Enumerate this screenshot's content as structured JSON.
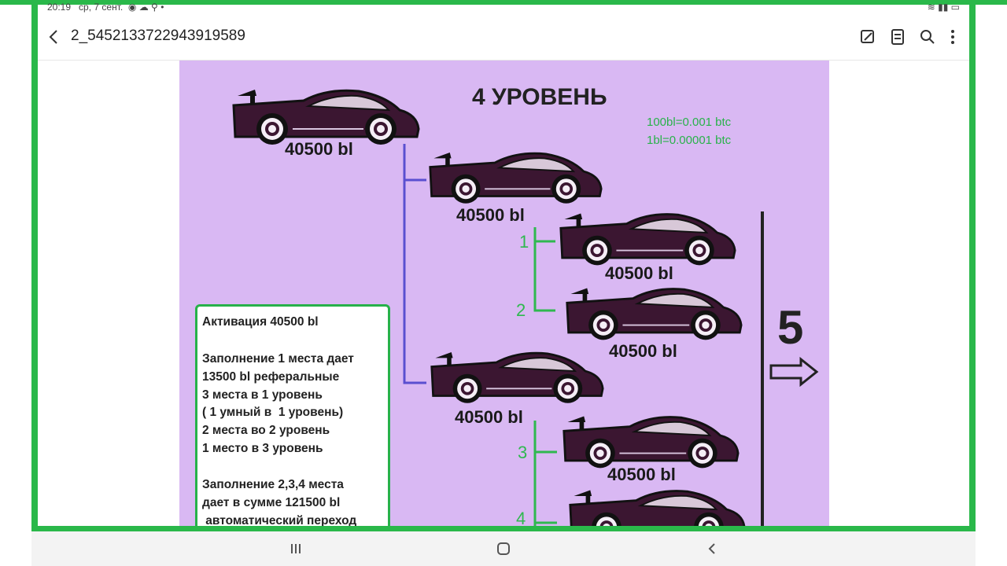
{
  "status_bar": {
    "time": "20:19",
    "date": "ср, 7 сент."
  },
  "header": {
    "title": "2_5452133722943919589"
  },
  "image": {
    "heading": "4 УРОВЕНЬ",
    "rates": [
      "100bl=0.001 btc",
      "1bl=0.00001 btc"
    ],
    "prices": [
      "40500 bl",
      "40500 bl",
      "40500 bl",
      "40500 bl",
      "40500 bl",
      "40500 bl"
    ],
    "slots": [
      "1",
      "2",
      "3",
      "4"
    ],
    "next_level": "5",
    "info_lines": [
      "Активация 40500 bl",
      "Заполнение 1 места дает",
      "13500 bl реферальные",
      "3 места в 1 уровень",
      "( 1 умный в  1 уровень)",
      "2 места во 2 уровень",
      "1 место в 3 уровень",
      "Заполнение 2,3,4 места",
      "дает в сумме 121500 bl",
      " автоматический переход"
    ]
  },
  "colors": {
    "frame": "#2ab84a",
    "background": "#d9b8f3",
    "car": "#3b1631",
    "tree_blue": "#5a4fd0",
    "tree_green": "#2fb84f"
  }
}
